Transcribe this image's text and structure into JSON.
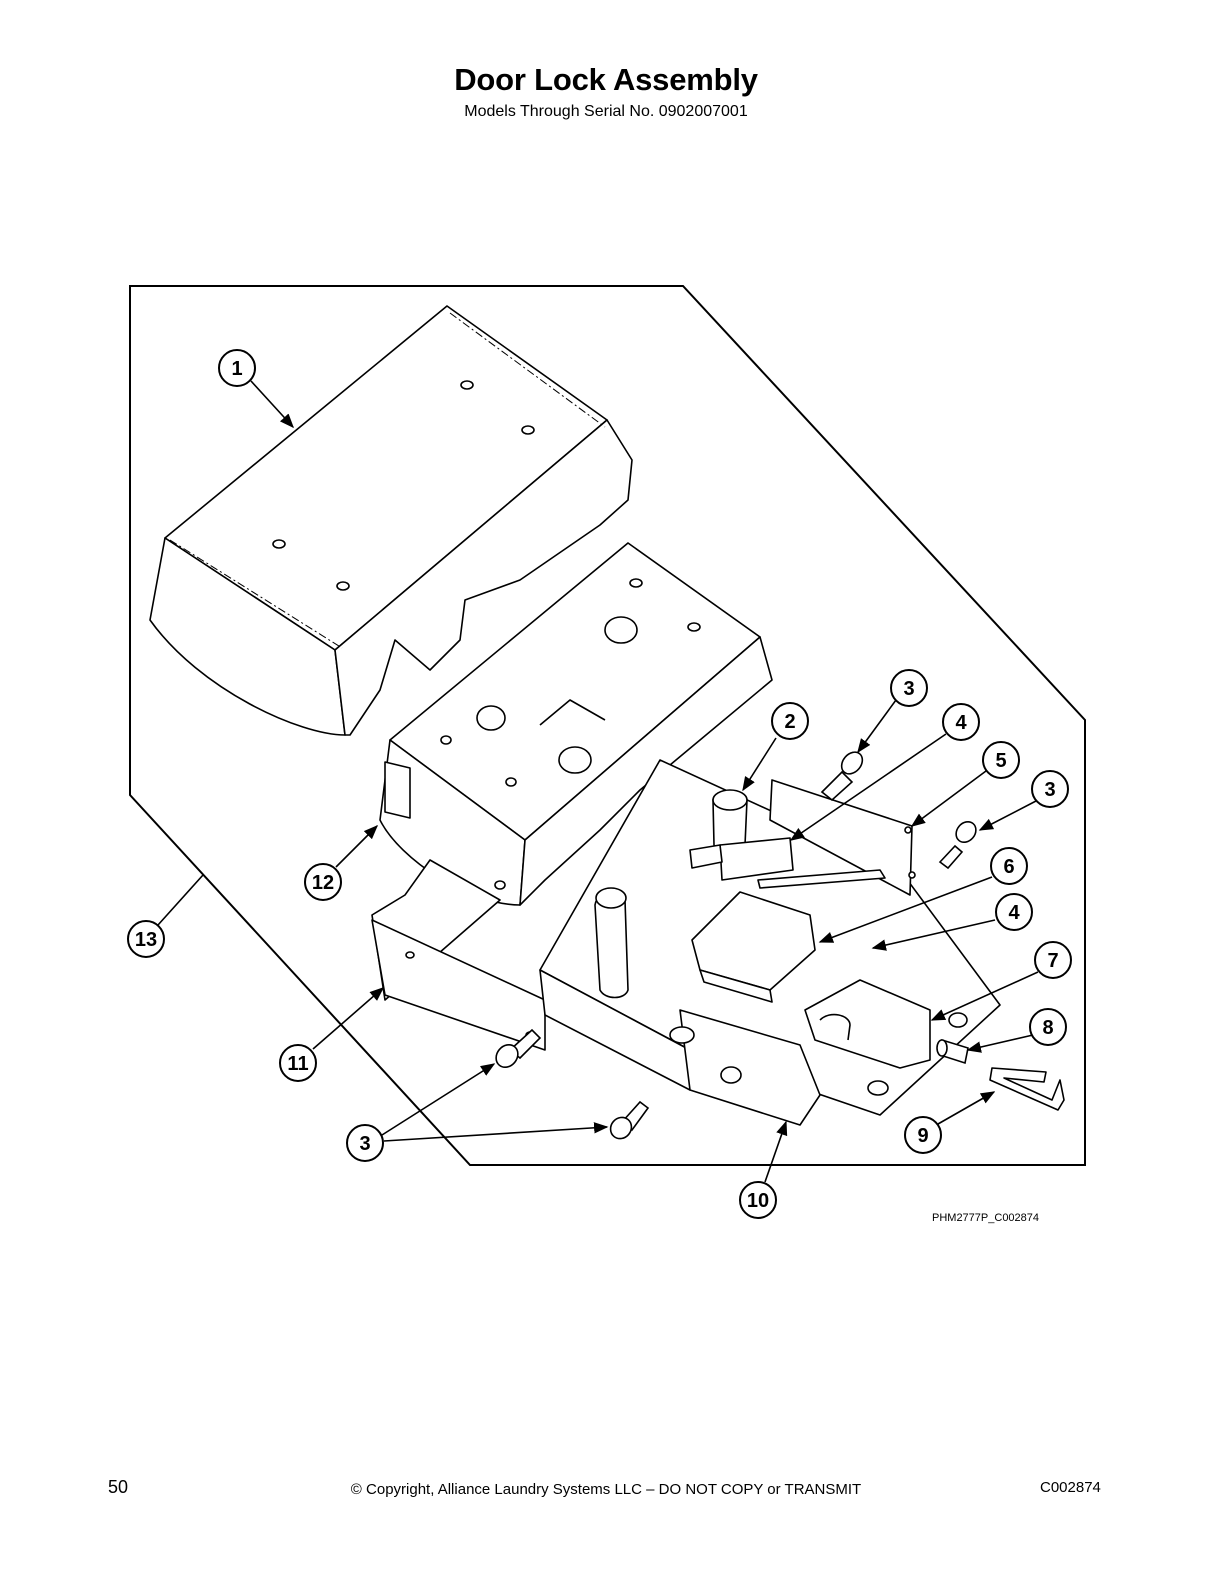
{
  "header": {
    "title": "Door Lock Assembly",
    "subtitle": "Models Through Serial No. 0902007001"
  },
  "diagram": {
    "callouts": [
      {
        "id": "c1",
        "label": "1"
      },
      {
        "id": "c2",
        "label": "2"
      },
      {
        "id": "c3a",
        "label": "3"
      },
      {
        "id": "c4a",
        "label": "4"
      },
      {
        "id": "c5",
        "label": "5"
      },
      {
        "id": "c3b",
        "label": "3"
      },
      {
        "id": "c6",
        "label": "6"
      },
      {
        "id": "c4b",
        "label": "4"
      },
      {
        "id": "c7",
        "label": "7"
      },
      {
        "id": "c8",
        "label": "8"
      },
      {
        "id": "c9",
        "label": "9"
      },
      {
        "id": "c10",
        "label": "10"
      },
      {
        "id": "c11",
        "label": "11"
      },
      {
        "id": "c12",
        "label": "12"
      },
      {
        "id": "c13",
        "label": "13"
      },
      {
        "id": "c3c",
        "label": "3"
      }
    ],
    "drawing_code": "PHM2777P_C002874"
  },
  "footer": {
    "page_number": "50",
    "copyright": "© Copyright, Alliance Laundry Systems LLC – DO NOT COPY or TRANSMIT",
    "doc_code": "C002874"
  }
}
